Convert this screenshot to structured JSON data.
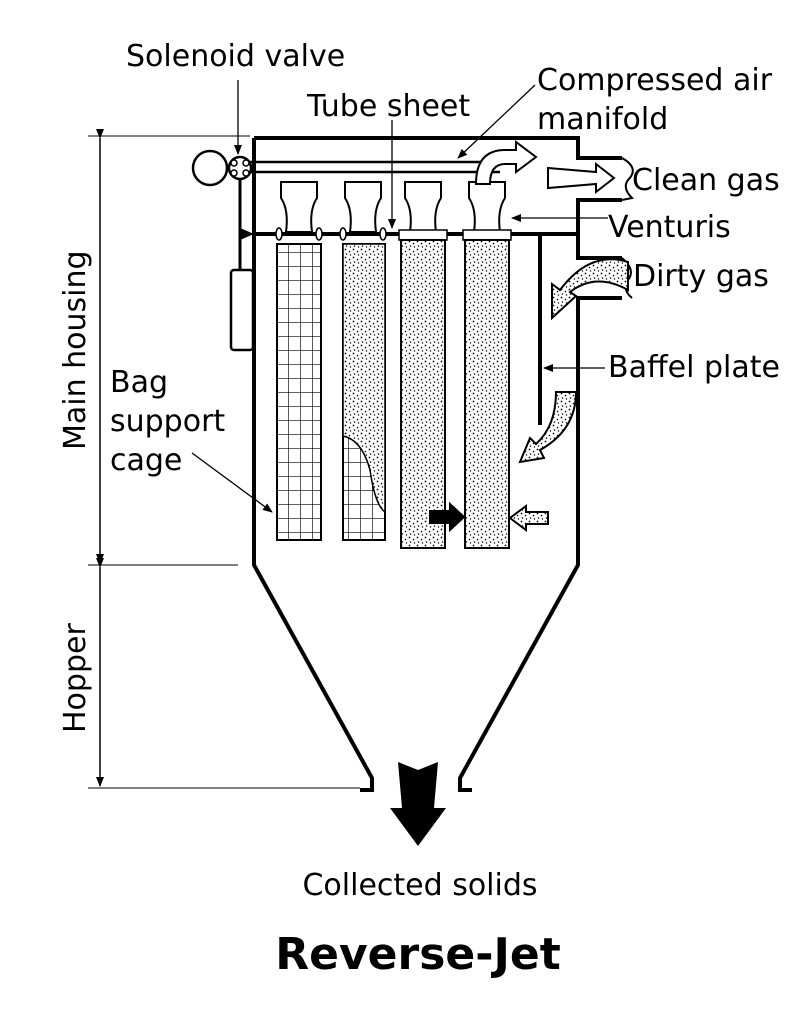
{
  "title": "Reverse-Jet",
  "labels": {
    "solenoid_valve": "Solenoid valve",
    "tube_sheet": "Tube sheet",
    "compressed_air_1": "Compressed air",
    "compressed_air_2": "manifold",
    "clean_gas": "Clean gas",
    "venturis": "Venturis",
    "dirty_gas": "Dirty gas",
    "baffel_plate": "Baffel plate",
    "bag_support_1": "Bag",
    "bag_support_2": "support",
    "bag_support_3": "cage",
    "main_housing": "Main housing",
    "hopper": "Hopper",
    "collected_solids": "Collected solids"
  }
}
